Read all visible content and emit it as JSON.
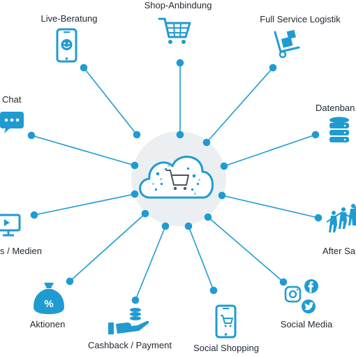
{
  "colors": {
    "accent": "#1f9bd2",
    "line": "#1f9bd2",
    "hub_background": "#eceff1",
    "label_text": "#222a33"
  },
  "hub": {
    "icon": "cloud-shopping-cart-icon"
  },
  "nodes": [
    {
      "id": "live-beratung",
      "label": "Live-Beratung",
      "icon": "smartphone-smiley-icon"
    },
    {
      "id": "shop-anbindung",
      "label": "Shop-Anbindung",
      "icon": "shopping-cart-icon"
    },
    {
      "id": "full-service-logistik",
      "label": "Full Service Logistik",
      "icon": "hand-truck-icon"
    },
    {
      "id": "datenbank",
      "label": "Datenban",
      "icon": "database-icon"
    },
    {
      "id": "after-sales",
      "label": "After Sa",
      "icon": "growth-people-icon"
    },
    {
      "id": "social-media",
      "label": "Social Media",
      "icon": "social-media-icon"
    },
    {
      "id": "social-shopping",
      "label": "Social Shopping",
      "icon": "smartphone-cart-icon"
    },
    {
      "id": "cashback-payment",
      "label": "Cashback / Payment",
      "icon": "hand-coins-icon"
    },
    {
      "id": "aktionen",
      "label": "Aktionen",
      "icon": "percent-bag-icon"
    },
    {
      "id": "medien",
      "label": "s / Medien",
      "icon": "monitor-play-icon"
    },
    {
      "id": "chat",
      "label": "Chat",
      "icon": "chat-bubble-icon"
    }
  ]
}
